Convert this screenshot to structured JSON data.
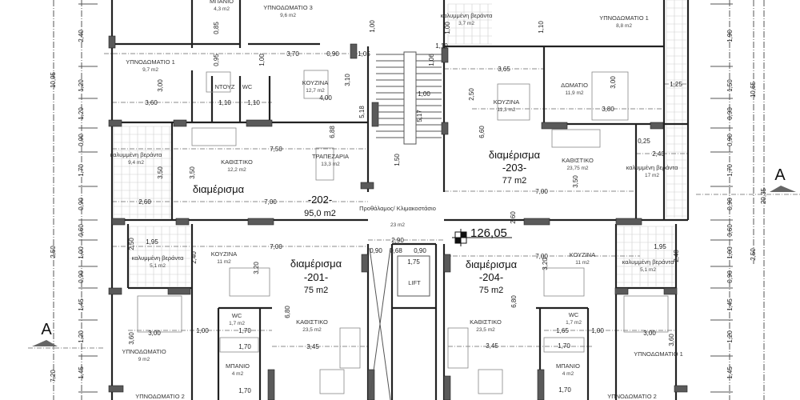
{
  "plan": {
    "level_mark": "126,05",
    "section_marker": "A",
    "apartments": [
      {
        "label": "διαμέρισμα",
        "number": "-202-",
        "area": "95,0 m2"
      },
      {
        "label": "διαμέρισμα",
        "number": "-203-",
        "area": "77 m2"
      },
      {
        "label": "διαμέρισμα",
        "number": "-201-",
        "area": "75 m2"
      },
      {
        "label": "διαμέρισμα",
        "number": "-204-",
        "area": "75 m2"
      }
    ],
    "rooms": [
      {
        "name": "ΜΠΑΝΙΟ",
        "area": "4,3 m2"
      },
      {
        "name": "ΥΠΝΟΔΩΜΑΤΙΟ 3",
        "area": "9,6 m2"
      },
      {
        "name": "ΥΠΝΟΔΩΜΑΤΙΟ 1",
        "area": "9,7 m2"
      },
      {
        "name": "ΝΤΟΥΖ",
        "area": ""
      },
      {
        "name": "WC",
        "area": ""
      },
      {
        "name": "ΚΟΥΖΙΝΑ",
        "area": "12,7 m2"
      },
      {
        "name": "ΚΑΘΙΣΤΙΚΟ",
        "area": "12,2 m2"
      },
      {
        "name": "ΤΡΑΠΕΖΑΡΙΑ",
        "area": "13,3 m2"
      },
      {
        "name": "καλυμμένη βεράντα",
        "area": "9,4 m2"
      },
      {
        "name": "καλυμμένη βεράντα",
        "area": "3,7 m2"
      },
      {
        "name": "ΥΠΝΟΔΩΜΑΤΙΟ 1",
        "area": "8,8 m2"
      },
      {
        "name": "ΔΩΜΑΤΙΟ",
        "area": "11,9 m2"
      },
      {
        "name": "ΚΟΥΖΙΝΑ",
        "area": "11,3 m2"
      },
      {
        "name": "ΚΑΘΙΣΤΙΚΟ",
        "area": "23,75 m2"
      },
      {
        "name": "καλυμμένη βεράντα",
        "area": "17 m2"
      },
      {
        "name": "Προθάλαμος/ Κλιμακοστάσιο",
        "area": "23 m2"
      },
      {
        "name": "καλυμμένη βεράντα",
        "area": "5,1 m2"
      },
      {
        "name": "ΚΟΥΖΙΝΑ",
        "area": "11 m2"
      },
      {
        "name": "WC",
        "area": "1,7 m2"
      },
      {
        "name": "ΚΑΘΙΣΤΙΚΟ",
        "area": "23,5 m2"
      },
      {
        "name": "ΥΠΝΟΔΩΜΑΤΙΟ",
        "area": "9 m2"
      },
      {
        "name": "ΜΠΑΝΙΟ",
        "area": "4 m2"
      },
      {
        "name": "ΥΠΝΟΔΩΜΑΤΙΟ 2",
        "area": ""
      },
      {
        "name": "ΚΟΥΖΙΝΑ",
        "area": "11 m2"
      },
      {
        "name": "καλυμμένη βεράντα",
        "area": "5,1 m2"
      },
      {
        "name": "WC",
        "area": "1,7 m2"
      },
      {
        "name": "ΚΑΘΙΣΤΙΚΟ",
        "area": "23,5 m2"
      },
      {
        "name": "ΥΠΝΟΔΩΜΑΤΙΟ 1",
        "area": ""
      },
      {
        "name": "ΜΠΑΝΙΟ",
        "area": "4 m2"
      },
      {
        "name": "ΥΠΝΟΔΩΜΑΤΙΟ 2",
        "area": ""
      },
      {
        "name": "LIFT",
        "area": ""
      }
    ],
    "left_dims_overall": [
      "10,95",
      "2,50",
      "7,20"
    ],
    "left_dims_chain": [
      "2,40",
      "1,20",
      "1,20",
      "0,90",
      "1,70",
      "0,90",
      "0,60",
      "1,00",
      "0,90",
      "1,45",
      "1,20",
      "1,45"
    ],
    "right_dims_chain": [
      "1,90",
      "1,50",
      "0,90",
      "0,90",
      "1,70",
      "0,90",
      "0,60",
      "1,00",
      "0,90",
      "1,45",
      "1,20",
      "1,45"
    ],
    "right_dims_overall": [
      "10,65",
      "2,50",
      "20,35"
    ],
    "interior_dims": [
      "0,85",
      "0,95",
      "3,70",
      "0,90",
      "1,05",
      "1,00",
      "3,10",
      "4,00",
      "1,10",
      "1,10",
      "3,60",
      "3,00",
      "1,00",
      "5,18",
      "6,88",
      "7,50",
      "3,50",
      "3,50",
      "2,60",
      "7,00",
      "1,50",
      "2,90",
      "0,90",
      "0,68",
      "0,90",
      "1,00",
      "1,10",
      "1,10",
      "3,65",
      "1,06",
      "1,00",
      "5,17",
      "2,50",
      "6,60",
      "1,25",
      "3,80",
      "3,00",
      "0,25",
      "2,40",
      "3,50",
      "7,00",
      "2,60",
      "1,95",
      "2,50",
      "2,40",
      "7,00",
      "3,20",
      "6,80",
      "3,00",
      "1,00",
      "1,70",
      "3,60",
      "1,70",
      "3,45",
      "1,70",
      "7,00",
      "1,95",
      "2,40",
      "3,20",
      "6,80",
      "1,65",
      "1,00",
      "3,00",
      "3,60",
      "3,45",
      "1,70",
      "1,70",
      "1,75"
    ]
  }
}
